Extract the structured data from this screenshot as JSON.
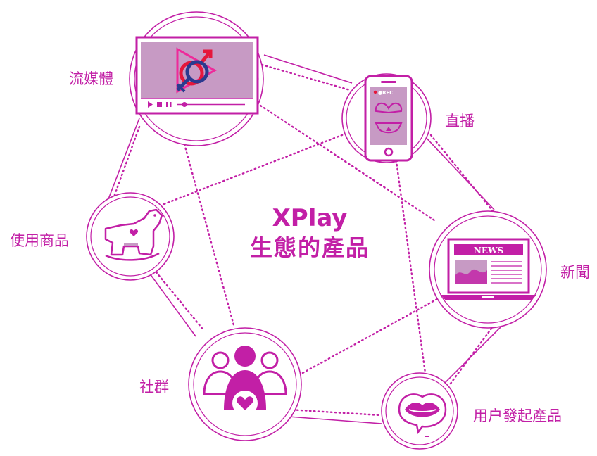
{
  "title": {
    "line1": "XPlay",
    "line2": "生態的產品"
  },
  "nodes": [
    {
      "id": "streaming",
      "label": "流媒體",
      "icon": "video-player-icon"
    },
    {
      "id": "live",
      "label": "直播",
      "icon": "phone-live-icon"
    },
    {
      "id": "news",
      "label": "新聞",
      "icon": "laptop-news-icon"
    },
    {
      "id": "ugc",
      "label": "用户發起產品",
      "icon": "lips-speech-icon"
    },
    {
      "id": "community",
      "label": "社群",
      "icon": "group-heart-icon"
    },
    {
      "id": "products",
      "label": "使用商品",
      "icon": "rocking-horse-icon"
    }
  ],
  "icons_text": {
    "rec": "●REC",
    "news": "NEWS"
  },
  "colors": {
    "accent": "#c21fa6",
    "light_fill": "#c79ac4",
    "red": "#e5173b",
    "blue": "#2b3a8f",
    "bright_pink": "#ee2a9a"
  }
}
